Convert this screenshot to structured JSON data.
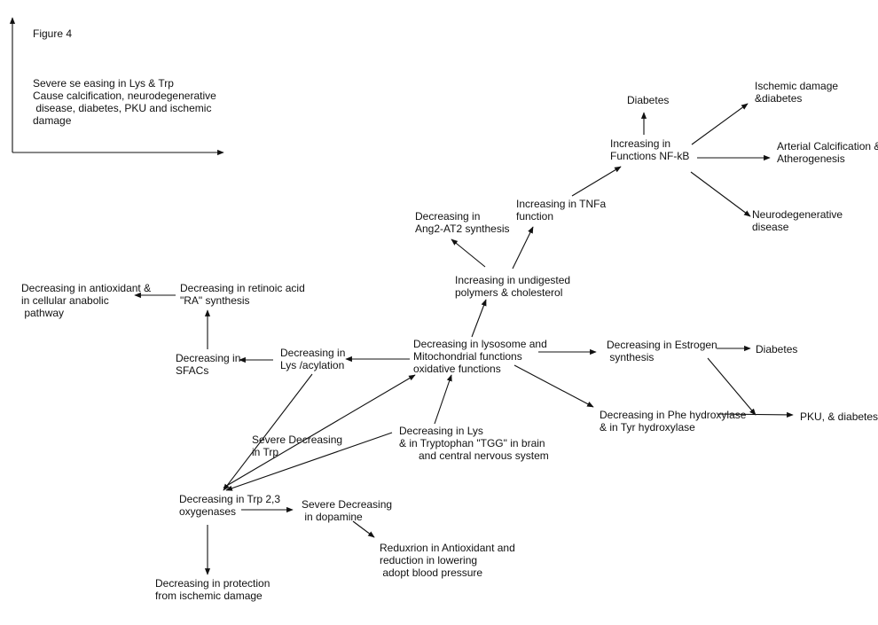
{
  "figure": {
    "label": "Figure 4",
    "legend": [
      "Severe se easing in Lys & Trp",
      "Cause calcification, neurodegenerative",
      " disease, diabetes, PKU and ischemic",
      "damage"
    ]
  },
  "nodes": {
    "diabetes_top": [
      "Diabetes"
    ],
    "ischemic_diabetes": [
      "Ischemic damage",
      "&diabetes"
    ],
    "nfkb": [
      "Increasing in",
      "Functions NF-kB"
    ],
    "arterial": [
      "Arterial Calcification &",
      "Atherogenesis"
    ],
    "tnfa": [
      "Increasing in TNFa",
      "function"
    ],
    "neuro": [
      "Neurodegenerative",
      "disease"
    ],
    "ang2": [
      "Decreasing in",
      "Ang2-AT2 synthesis"
    ],
    "undigested": [
      "Increasing in undigested",
      "polymers & cholesterol"
    ],
    "antioxidant": [
      "Decreasing in antioxidant &",
      "in cellular anabolic",
      " pathway"
    ],
    "retinoic": [
      "Decreasing in retinoic acid",
      "\"RA\" synthesis"
    ],
    "lysosome": [
      "Decreasing in lysosome and",
      "Mitochondrial functions",
      "oxidative functions"
    ],
    "estrogen": [
      "Decreasing in Estrogen",
      " synthesis"
    ],
    "diabetes_right": [
      "Diabetes"
    ],
    "acylation": [
      "Decreasing in",
      "Lys /acylation"
    ],
    "sfacs": [
      "Decreasing in",
      "SFACs"
    ],
    "phe": [
      "Decreasing in Phe hydroxylase",
      "& in Tyr hydroxylase"
    ],
    "pku": [
      "PKU, & diabetes"
    ],
    "severe_trp": [
      "Severe Decreasing",
      "in Trp"
    ],
    "lys_trp": [
      "Decreasing in Lys",
      "& in Tryptophan \"TGG\" in brain",
      "and central nervous system"
    ],
    "trp23": [
      "Decreasing in Trp 2,3",
      "oxygenases"
    ],
    "dopamine": [
      "Severe Decreasing",
      " in dopamine"
    ],
    "reduxrion": [
      "Reduxrion in Antioxidant and",
      "reduction in lowering",
      " adopt blood pressure"
    ],
    "protection": [
      "Decreasing in protection",
      "from ischemic damage"
    ]
  }
}
